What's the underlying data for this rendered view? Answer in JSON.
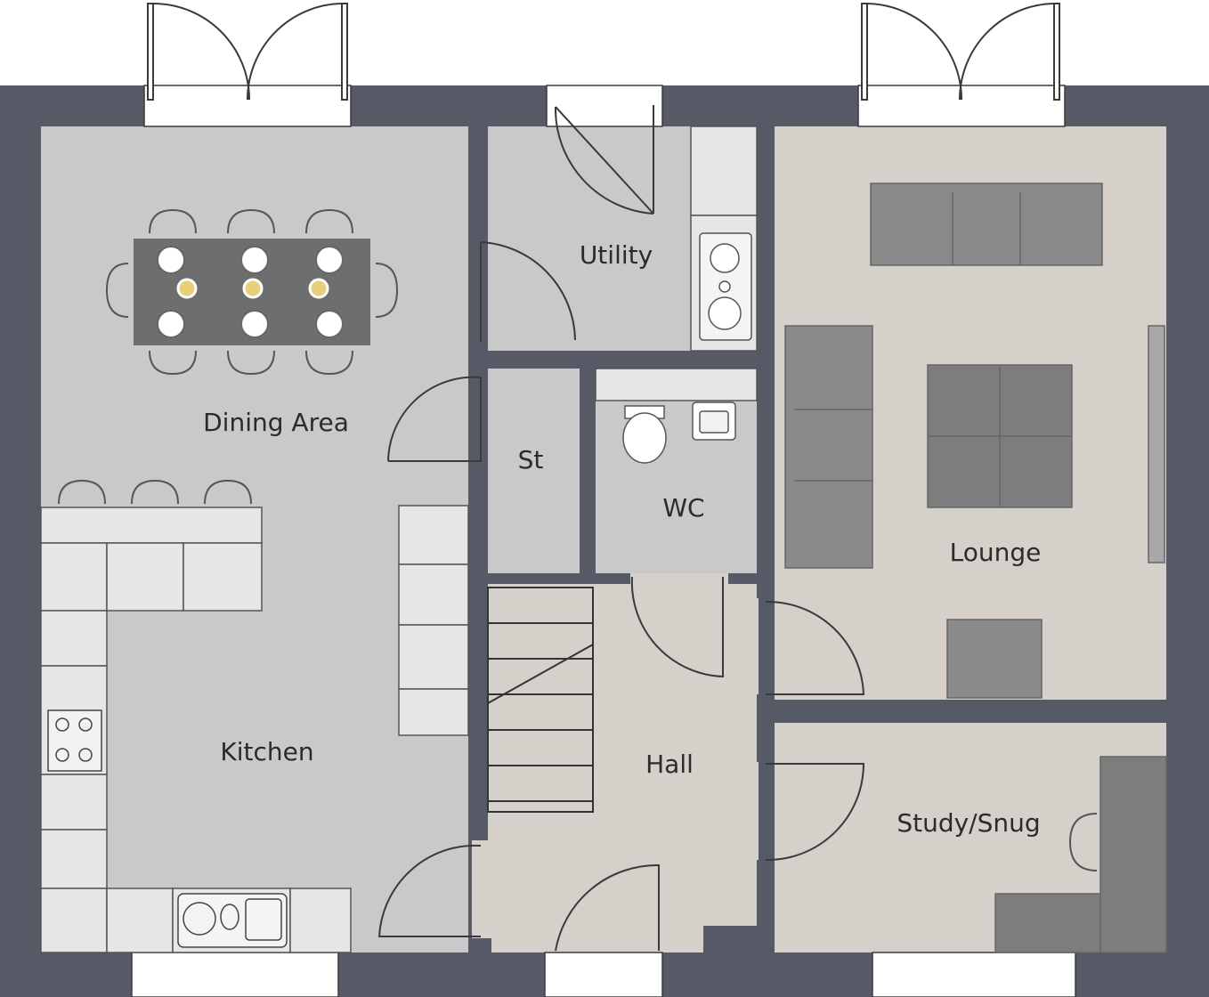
{
  "rooms": {
    "dining": "Dining Area",
    "utility": "Utility",
    "store": "St",
    "wc": "WC",
    "lounge": "Lounge",
    "kitchen": "Kitchen",
    "hall": "Hall",
    "study": "Study/Snug"
  },
  "colors": {
    "wall": "#555a66",
    "tile_floor": "#c9c9c9",
    "carpet_floor": "#d6d0ca",
    "counter": "#e6e6e6",
    "furniture": "#8a8a8a",
    "line": "#3a3a3a"
  }
}
